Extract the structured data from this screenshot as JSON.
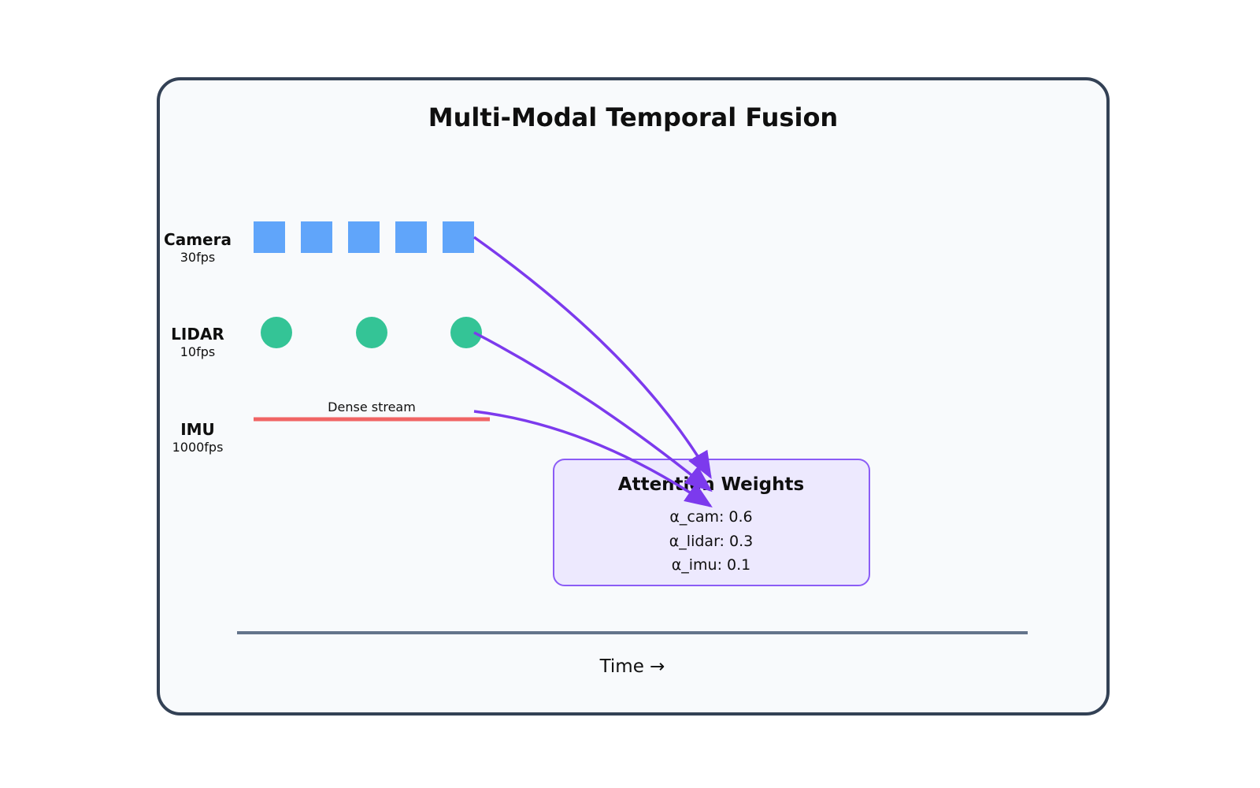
{
  "title": "Multi-Modal Temporal Fusion",
  "colors": {
    "frame_border": "#334155",
    "frame_fill": "#f8fafc",
    "camera": "#60a5fa",
    "lidar": "#34c496",
    "imu": "#f06464",
    "arrow": "#7c3aed",
    "attention_fill": "#ede9fe",
    "attention_border": "#8b5cf6",
    "time_axis": "#64748b",
    "text": "#0f0f0f"
  },
  "streams": [
    {
      "id": "camera",
      "name": "Camera",
      "rate": "30fps",
      "shape": "square",
      "count": 5
    },
    {
      "id": "lidar",
      "name": "LIDAR",
      "rate": "10fps",
      "shape": "circle",
      "count": 3
    },
    {
      "id": "imu",
      "name": "IMU",
      "rate": "1000fps",
      "shape": "line",
      "label": "Dense stream"
    }
  ],
  "attention": {
    "title": "Attention Weights",
    "weights": [
      "α_cam: 0.6",
      "α_lidar: 0.3",
      "α_imu: 0.1"
    ]
  },
  "time_axis": {
    "label": "Time →"
  }
}
